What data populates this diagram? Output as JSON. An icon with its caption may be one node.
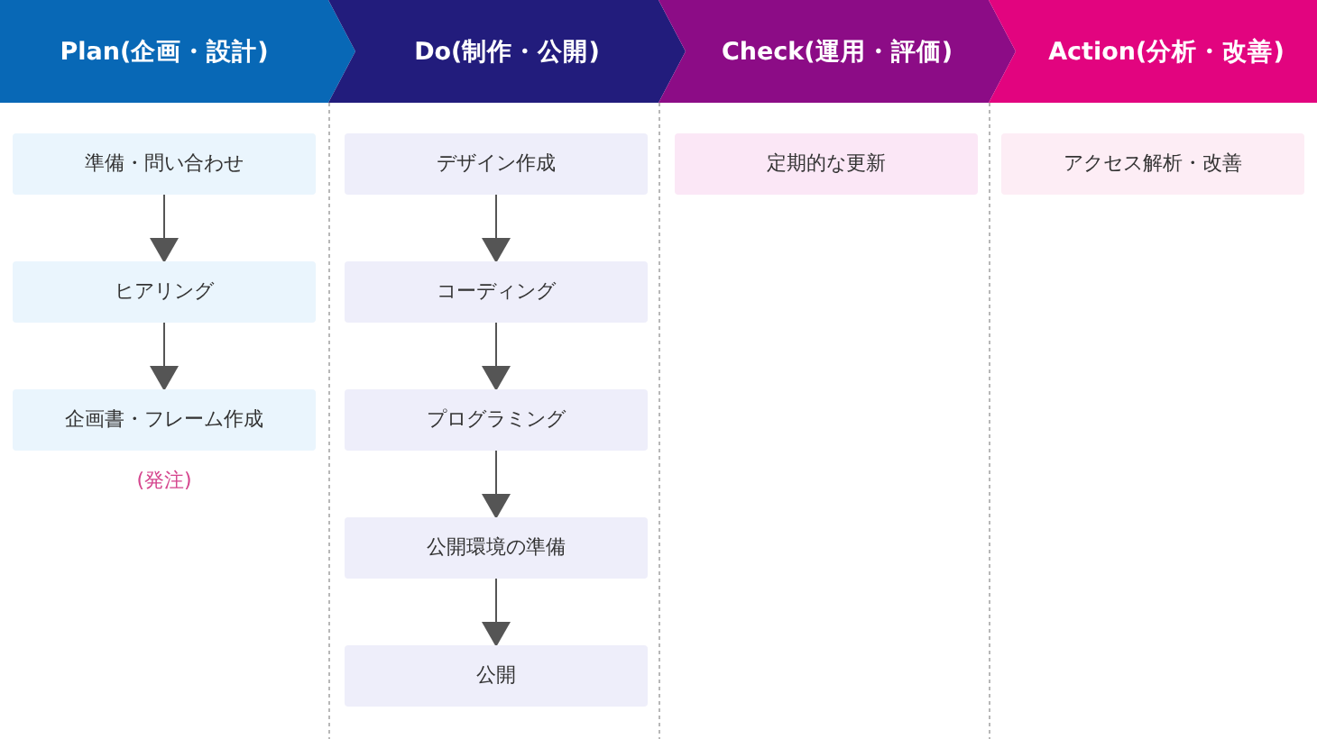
{
  "diagram": {
    "nodes": [
      {
        "text": [
          "Plan(企画・設計)"
        ]
      },
      {
        "text": [
          "Do(制作・公開)"
        ]
      },
      {
        "text": [
          "Check(運用・評価)"
        ]
      },
      {
        "text": [
          "Action(分析・改善)"
        ]
      },
      {
        "text": [
          "準備・問い合わせ"
        ]
      },
      {
        "text": [
          "ヒアリング"
        ]
      },
      {
        "text": [
          "企画書・フレーム作成"
        ],
        "beside": [
          "(発注)"
        ]
      },
      {
        "text": [
          "デザイン作成"
        ]
      },
      {
        "text": [
          "コーディング"
        ]
      },
      {
        "text": [
          "プログラミング"
        ]
      },
      {
        "text": [
          "公開環境の準備"
        ]
      },
      {
        "text": [
          "公開"
        ]
      },
      {
        "text": [
          "定期的な更新"
        ]
      },
      {
        "text": [
          "アクセス解析・改善"
        ]
      }
    ],
    "edges": [
      {
        "from": 4,
        "to": 5,
        "arrow": "to"
      },
      {
        "from": 5,
        "to": 6,
        "arrow": "to"
      },
      {
        "from": 7,
        "to": 8,
        "arrow": "to"
      },
      {
        "from": 8,
        "to": 9,
        "arrow": "to"
      },
      {
        "from": 9,
        "to": 10,
        "arrow": "to"
      },
      {
        "from": 10,
        "to": 11,
        "arrow": "to"
      }
    ]
  }
}
